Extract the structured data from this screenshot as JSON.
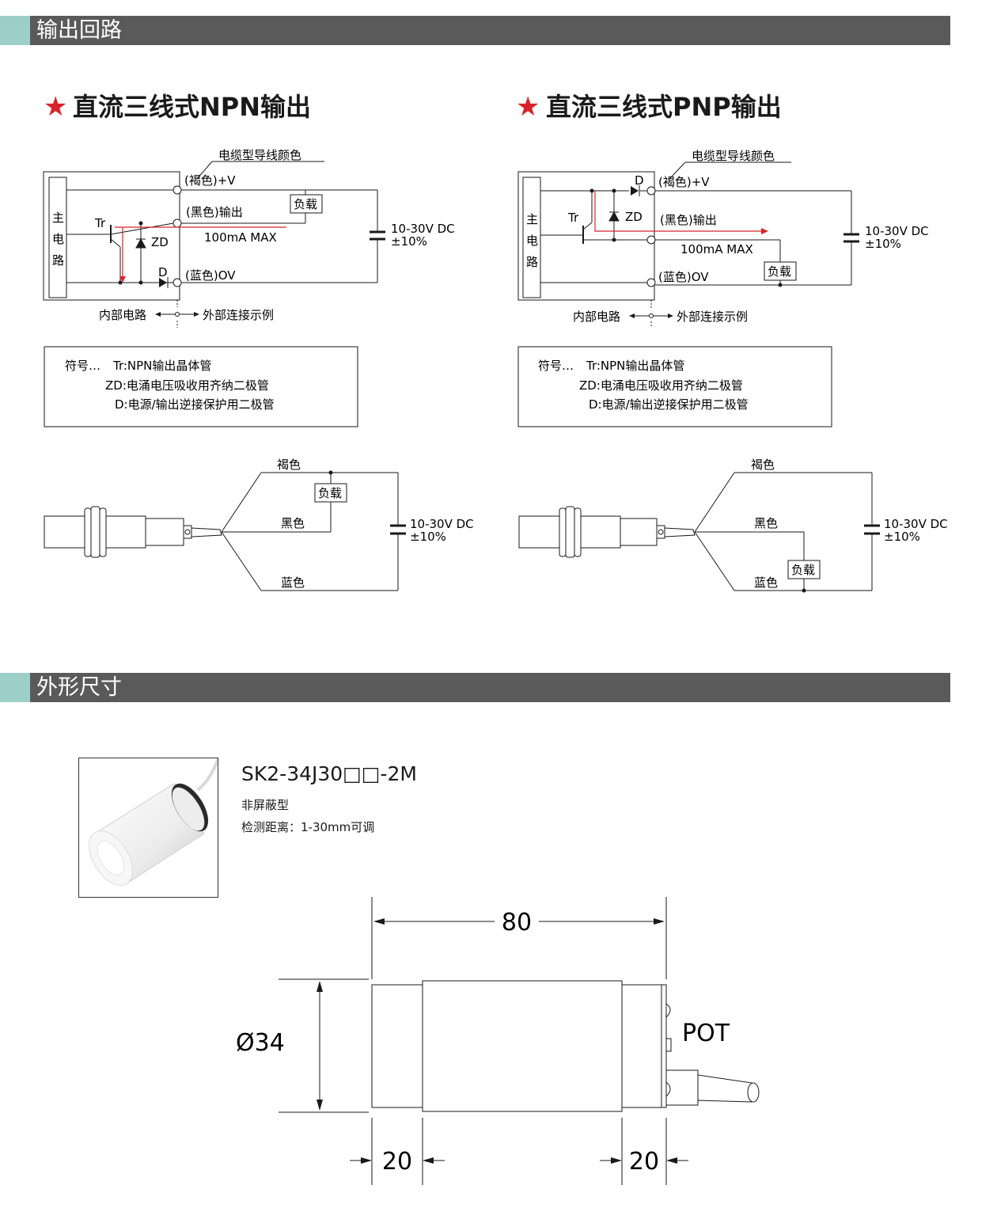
{
  "sections": {
    "output_circuit": "输出回路",
    "dimensions": "外形尺寸"
  },
  "npn": {
    "title": "直流三线式NPN输出",
    "star": "★",
    "cable_color_label": "电缆型导线颜色",
    "main_circuit": [
      "主",
      "电",
      "路"
    ],
    "tr": "Tr",
    "zd": "ZD",
    "d": "D",
    "plus_v": "(褐色)+V",
    "output": "(黑色)输出",
    "zero_v": "(蓝色)OV",
    "max_current": "100mA MAX",
    "load": "负载",
    "supply_line1": "10-30V DC",
    "supply_line2": "±10%",
    "internal": "内部电路",
    "external": "外部连接示例",
    "legend": {
      "line1_prefix": "符号…",
      "line1": "Tr:NPN输出晶体管",
      "line2": "ZD:电涌电压吸收用齐纳二极管",
      "line3": "D:电源/输出逆接保护用二极管"
    },
    "wiring": {
      "brown": "褐色",
      "black": "黑色",
      "blue": "蓝色",
      "load": "负载",
      "supply_line1": "10-30V DC",
      "supply_line2": "±10%"
    }
  },
  "pnp": {
    "title": "直流三线式PNP输出",
    "star": "★",
    "cable_color_label": "电缆型导线颜色",
    "main_circuit": [
      "主",
      "电",
      "路"
    ],
    "tr": "Tr",
    "zd": "ZD",
    "d": "D",
    "plus_v": "(褐色)+V",
    "output": "(黑色)输出",
    "zero_v": "(蓝色)OV",
    "max_current": "100mA MAX",
    "load": "负载",
    "supply_line1": "10-30V DC",
    "supply_line2": "±10%",
    "internal": "内部电路",
    "external": "外部连接示例",
    "legend": {
      "line1_prefix": "符号…",
      "line1": "Tr:NPN输出晶体管",
      "line2": "ZD:电涌电压吸收用齐纳二极管",
      "line3": "D:电源/输出逆接保护用二极管"
    },
    "wiring": {
      "brown": "褐色",
      "black": "黑色",
      "blue": "蓝色",
      "load": "负载",
      "supply_line1": "10-30V DC",
      "supply_line2": "±10%"
    }
  },
  "product": {
    "model": "SK2-34J30□□-2M",
    "shield": "非屏蔽型",
    "detect": "检测距离：1-30mm可调"
  },
  "drawing": {
    "length": "80",
    "diameter": "Ø34",
    "left_seg": "20",
    "right_seg": "20",
    "pot": "POT"
  },
  "colors": {
    "section_bar": "#5a5a5a",
    "section_accent": "#9ccfc7",
    "star": "#d8232a",
    "current_arrow": "#d8232a"
  }
}
